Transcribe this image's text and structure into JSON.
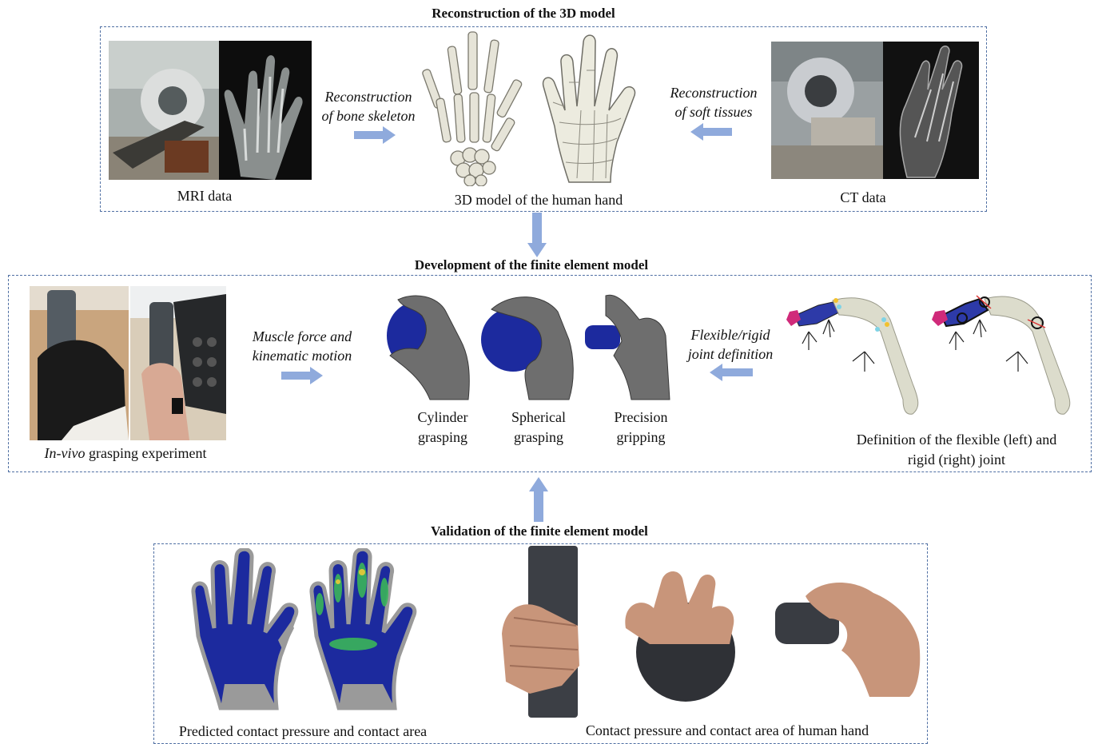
{
  "section1": {
    "title": "Reconstruction of the 3D model",
    "mri_caption": "MRI data",
    "model_caption": "3D model of the human hand",
    "ct_caption": "CT data",
    "bone_label_line1": "Reconstruction",
    "bone_label_line2": "of bone skeleton",
    "soft_label_line1": "Reconstruction",
    "soft_label_line2": "of soft tissues"
  },
  "section2": {
    "title": "Development of the finite element model",
    "experiment_caption_italic": "In-vivo",
    "experiment_caption_rest": " grasping experiment",
    "muscle_label_line1": "Muscle force and",
    "muscle_label_line2": "kinematic motion",
    "joint_label_line1": "Flexible/rigid",
    "joint_label_line2": "joint definition",
    "grasps": [
      {
        "line1": "Cylinder",
        "line2": "grasping"
      },
      {
        "line1": "Spherical",
        "line2": "grasping"
      },
      {
        "line1": "Precision",
        "line2": "gripping"
      }
    ],
    "joint_caption_line1": "Definition of the flexible (left) and",
    "joint_caption_line2": "rigid (right) joint"
  },
  "section3": {
    "title": "Validation of the finite element model",
    "predicted_caption": "Predicted contact pressure and contact area",
    "human_caption": "Contact pressure and contact area of human hand"
  },
  "colors": {
    "panel_border": "#4f6fa3",
    "arrow": "#8faadc",
    "fe_blue": "#1c2a9e",
    "hand_gray": "#6e6e6e",
    "skin": "#c8957a"
  }
}
